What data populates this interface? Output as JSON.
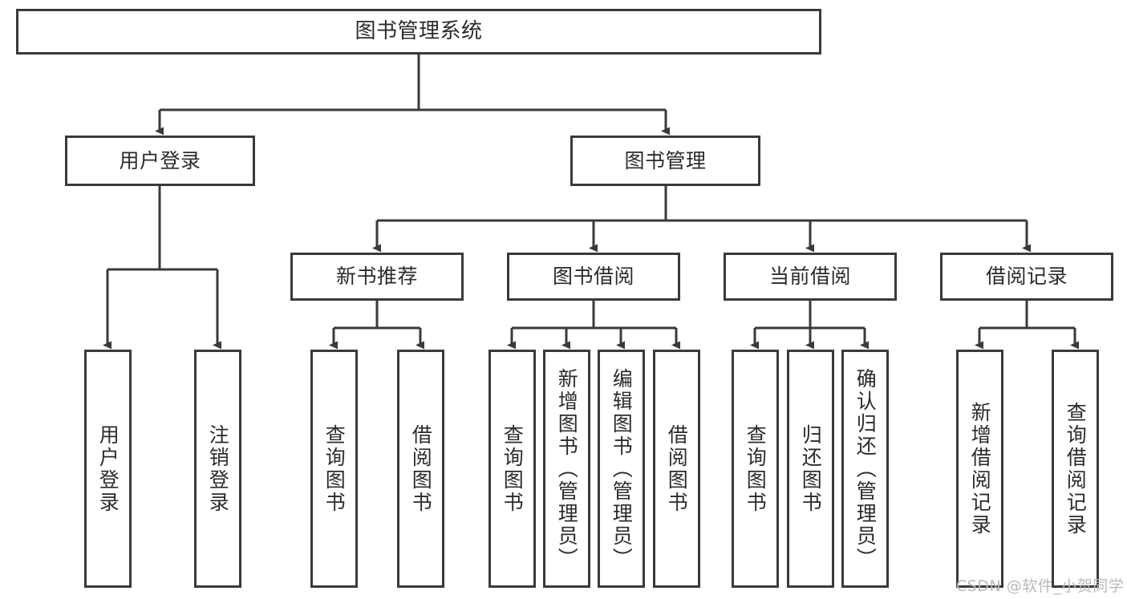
{
  "diagram": {
    "type": "hierarchy-tree",
    "title": "图书管理系统",
    "watermark": "CSDN @软件_小贺同学",
    "colors": {
      "box_border": "#3a3a3a",
      "box_fill": "#ffffff",
      "connector": "#3a3a3a",
      "text": "#2b2b2b",
      "watermark": "#b9b9b9"
    },
    "root": {
      "label": "图书管理系统"
    },
    "level2": [
      {
        "label": "用户登录"
      },
      {
        "label": "图书管理"
      }
    ],
    "level3": [
      {
        "label": "新书推荐"
      },
      {
        "label": "图书借阅"
      },
      {
        "label": "当前借阅"
      },
      {
        "label": "借阅记录"
      }
    ],
    "leaves": {
      "user_login": [
        {
          "label": "用户登录"
        },
        {
          "label": "注销登录"
        }
      ],
      "new_book_recommend": [
        {
          "label": "查询图书"
        },
        {
          "label": "借阅图书"
        }
      ],
      "book_borrow": [
        {
          "label": "查询图书"
        },
        {
          "label": "新增图书（管理员）"
        },
        {
          "label": "编辑图书（管理员）"
        },
        {
          "label": "借阅图书"
        }
      ],
      "current_borrow": [
        {
          "label": "查询图书"
        },
        {
          "label": "归还图书"
        },
        {
          "label": "确认归还（管理员）"
        }
      ],
      "borrow_record": [
        {
          "label": "新增借阅记录"
        },
        {
          "label": "查询借阅记录"
        }
      ]
    }
  }
}
